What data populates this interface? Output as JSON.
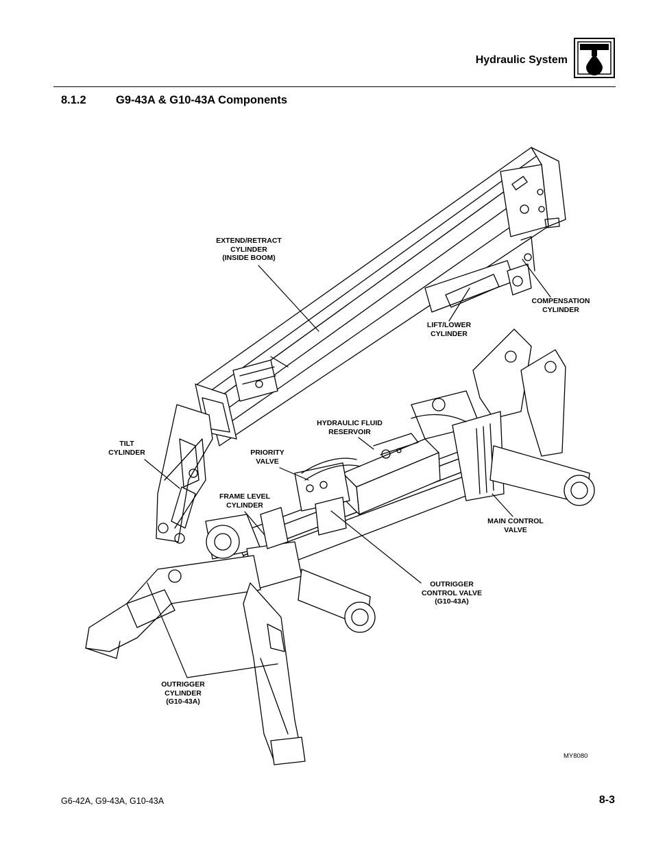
{
  "header": {
    "title": "Hydraulic System",
    "icon": "hydraulic-oil-drop-icon"
  },
  "section": {
    "number": "8.1.2",
    "title": "G9-43A & G10-43A Components"
  },
  "callouts": {
    "extend_retract": [
      "EXTEND/RETRACT",
      "CYLINDER",
      "(INSIDE BOOM)"
    ],
    "compensation": [
      "COMPENSATION",
      "CYLINDER"
    ],
    "lift_lower": [
      "LIFT/LOWER",
      "CYLINDER"
    ],
    "hydraulic_reservoir": [
      "HYDRAULIC FLUID",
      "RESERVOIR"
    ],
    "tilt": [
      "TILT",
      "CYLINDER"
    ],
    "priority_valve": [
      "PRIORITY",
      "VALVE"
    ],
    "frame_level": [
      "FRAME LEVEL",
      "CYLINDER"
    ],
    "main_control_valve": [
      "MAIN CONTROL",
      "VALVE"
    ],
    "outrigger_control_valve": [
      "OUTRIGGER",
      "CONTROL VALVE",
      "(G10-43A)"
    ],
    "outrigger_cylinder": [
      "OUTRIGGER",
      "CYLINDER",
      "(G10-43A)"
    ]
  },
  "figure_id": "MY8080",
  "footer": {
    "models": "G6-42A, G9-43A, G10-43A",
    "page": "8-3"
  }
}
